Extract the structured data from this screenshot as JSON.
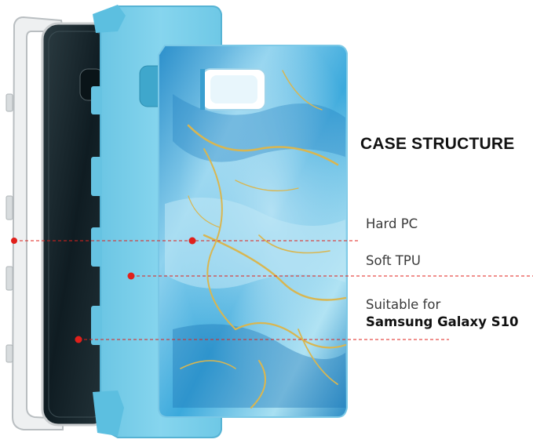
{
  "image": {
    "title": "CASE STRUCTURE",
    "labels": {
      "hard_pc": "Hard PC",
      "soft_tpu": "Soft TPU",
      "suitable_for": "Suitable for",
      "model": "Samsung Galaxy S10"
    },
    "colors": {
      "tpu_blue": "#7fd0ea",
      "marble_blue": "#2e9bd1",
      "gold_vein": "#d9b650",
      "pointer_red": "#e0201b"
    }
  }
}
